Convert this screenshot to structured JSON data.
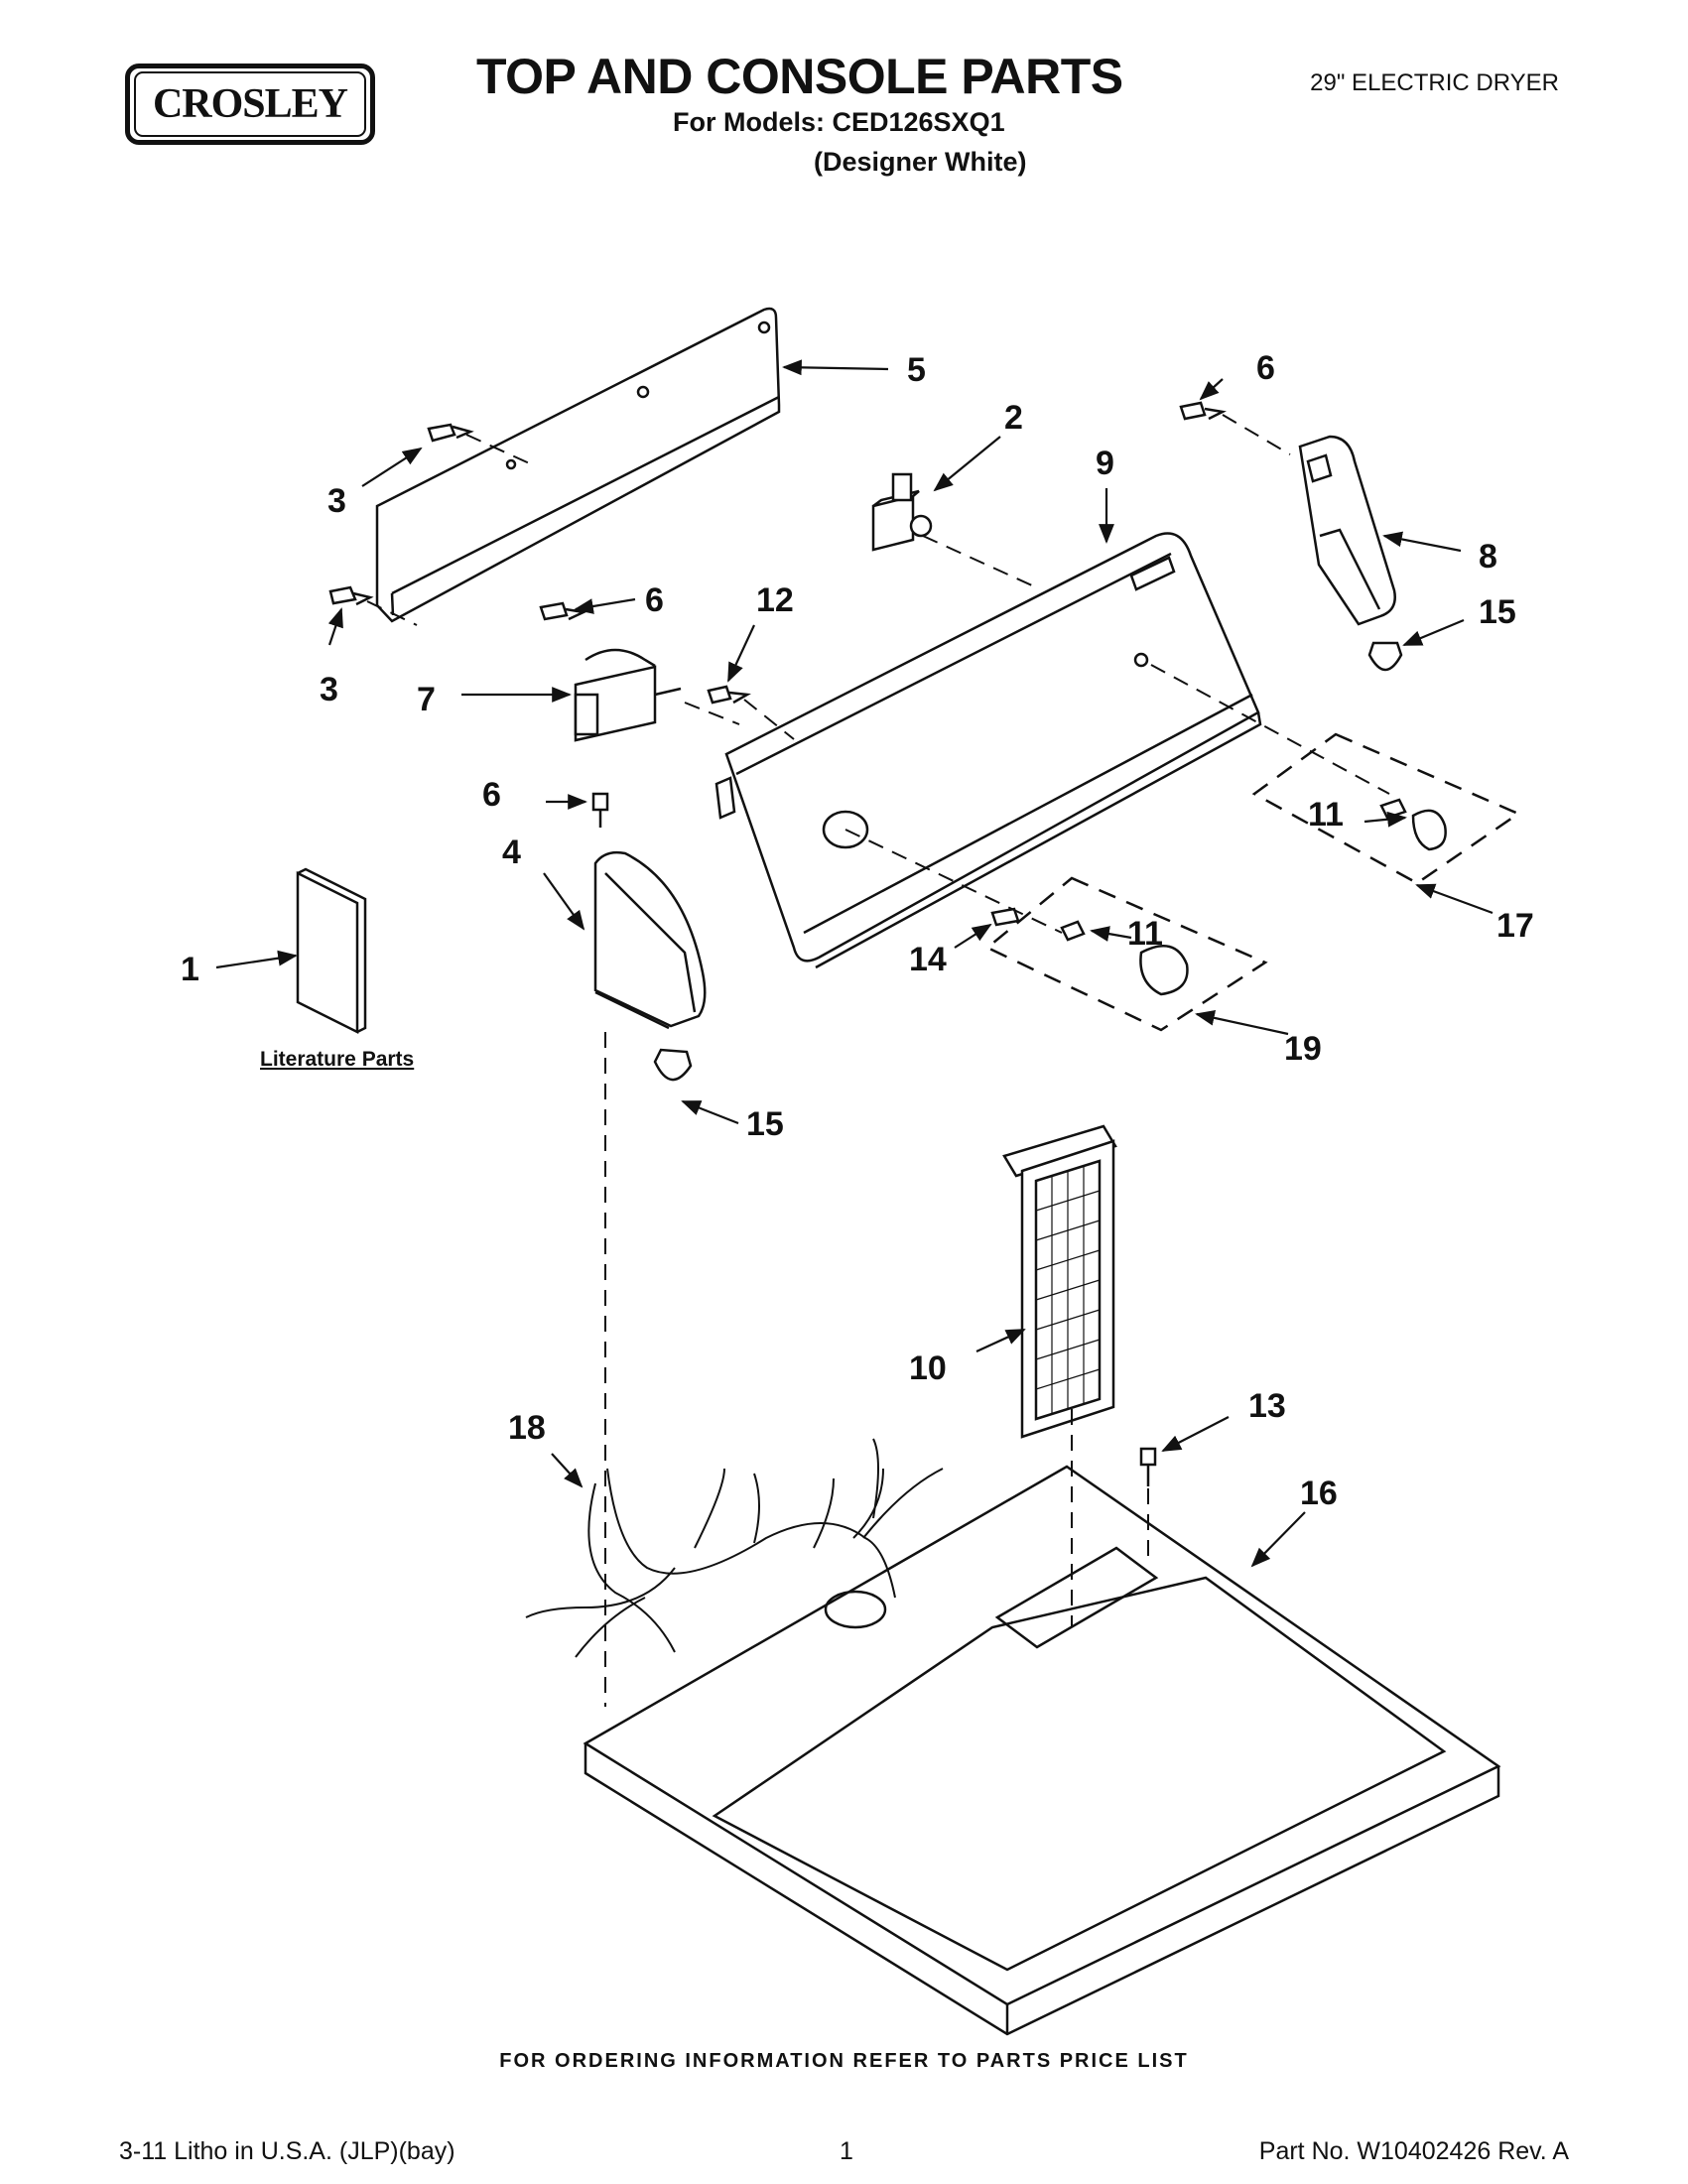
{
  "header": {
    "brand": "CROSLEY",
    "title": "TOP AND CONSOLE PARTS",
    "models_line": "For Models: CED126SXQ1",
    "color_line": "(Designer White)",
    "product_type": "29\" ELECTRIC DRYER"
  },
  "callouts": {
    "c1": "1",
    "c2": "2",
    "c3a": "3",
    "c3b": "3",
    "c4": "4",
    "c5": "5",
    "c6a": "6",
    "c6b": "6",
    "c6c": "6",
    "c7": "7",
    "c8": "8",
    "c9": "9",
    "c10": "10",
    "c11a": "11",
    "c11b": "11",
    "c12": "12",
    "c13": "13",
    "c14": "14",
    "c15a": "15",
    "c15b": "15",
    "c16": "16",
    "c17": "17",
    "c18": "18",
    "c19": "19"
  },
  "literature_label": "Literature Parts",
  "footer": {
    "ordering": "FOR ORDERING INFORMATION REFER TO PARTS PRICE LIST",
    "litho": "3-11 Litho in U.S.A. (JLP)(bay)",
    "page": "1",
    "part_no": "Part No. W10402426 Rev. A"
  }
}
